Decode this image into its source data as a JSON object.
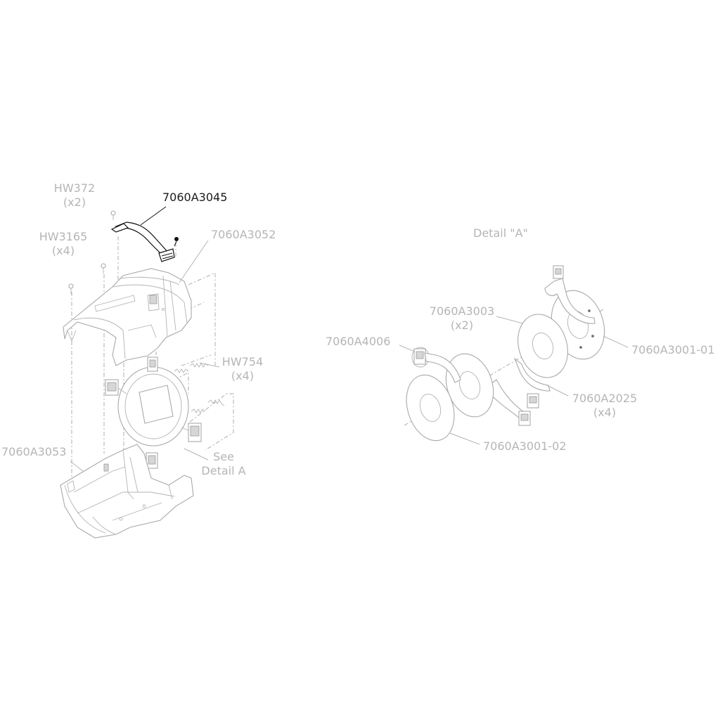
{
  "labels": {
    "hw372": "HW372",
    "hw372_qty": "(x2)",
    "part_3045": "7060A3045",
    "hw3165": "HW3165",
    "hw3165_qty": "(x4)",
    "part_3052": "7060A3052",
    "hw754": "HW754",
    "hw754_qty": "(x4)",
    "part_3053": "7060A3053",
    "see": "See",
    "detail_a_ref": "Detail A",
    "detail_title": "Detail \"A\"",
    "part_3003": "7060A3003",
    "part_3003_qty": "(x2)",
    "part_4006": "7060A4006",
    "part_3001_01": "7060A3001-01",
    "part_2025": "7060A2025",
    "part_2025_qty": "(x4)",
    "part_3001_02": "7060A3001-02"
  },
  "colors": {
    "line_light": "#a9a9a9",
    "label_light": "#b5b5b5",
    "highlight": "#111111",
    "background": "#ffffff"
  }
}
